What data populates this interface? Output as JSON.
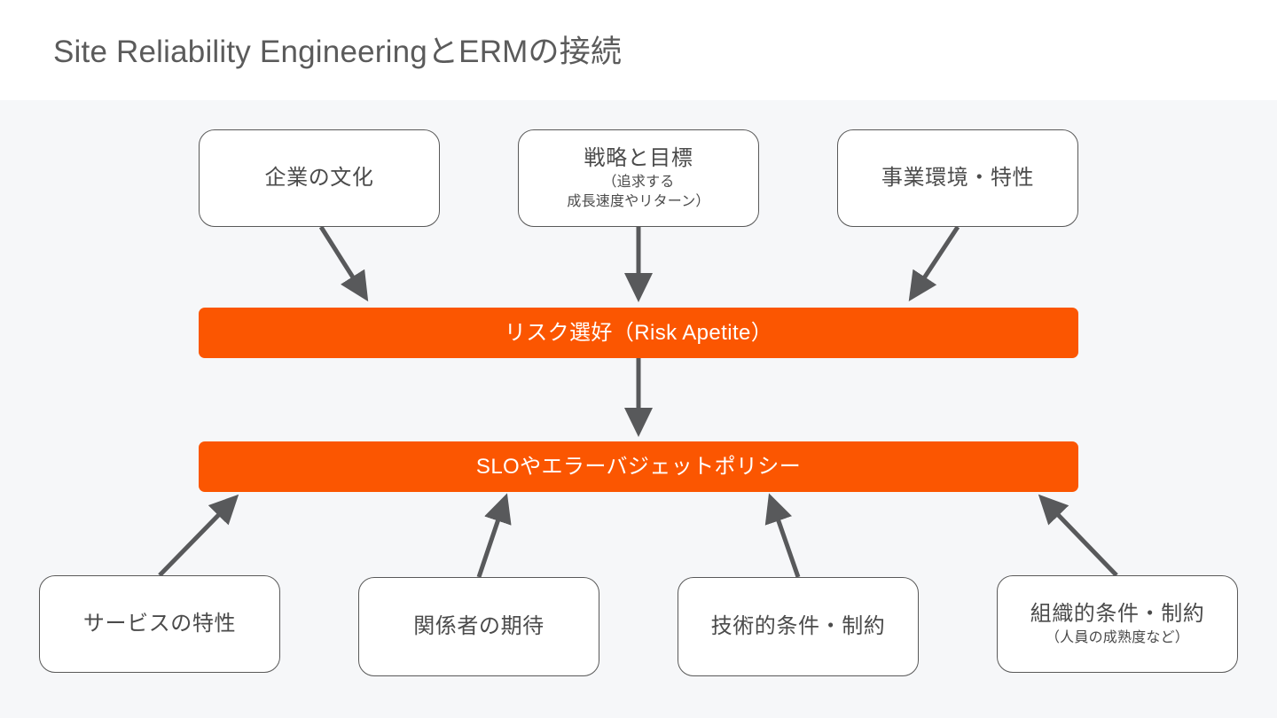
{
  "header": {
    "title": "Site Reliability EngineeringとERMの接続",
    "background": "#ffffff",
    "title_color": "#5b5b5b"
  },
  "canvas": {
    "background": "#f6f7f9",
    "accent_color": "#fb5601",
    "node_border_color": "#595959",
    "arrow_color": "#58595b"
  },
  "diagram": {
    "type": "flow",
    "top_inputs": [
      {
        "title": "企業の文化",
        "sub": ""
      },
      {
        "title": "戦略と目標",
        "sub": "（追求する",
        "sub2": "成長速度やリターン）"
      },
      {
        "title": "事業環境・特性",
        "sub": ""
      }
    ],
    "bars": [
      {
        "label": "リスク選好（Risk Apetite）"
      },
      {
        "label": "SLOやエラーバジェットポリシー"
      }
    ],
    "bottom_inputs": [
      {
        "title": "サービスの特性",
        "sub": ""
      },
      {
        "title": "関係者の期待",
        "sub": ""
      },
      {
        "title": "技術的条件・制約",
        "sub": ""
      },
      {
        "title": "組織的条件・制約",
        "sub": "（人員の成熟度など）"
      }
    ]
  }
}
